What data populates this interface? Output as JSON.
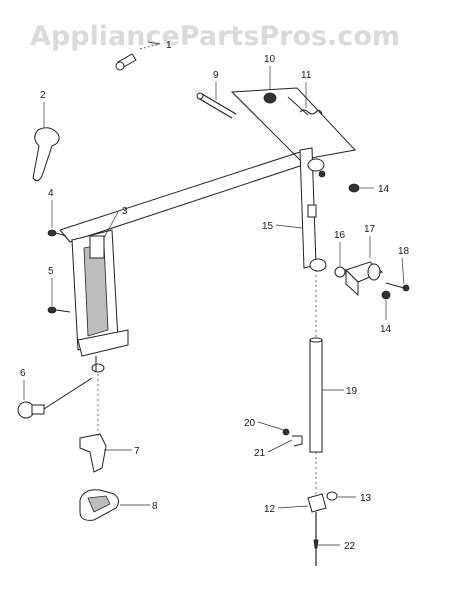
{
  "watermark": "AppliancePartsPros.com",
  "callouts": [
    {
      "id": "c1",
      "label": "1"
    },
    {
      "id": "c2",
      "label": "2"
    },
    {
      "id": "c3",
      "label": "3"
    },
    {
      "id": "c4",
      "label": "4"
    },
    {
      "id": "c5",
      "label": "5"
    },
    {
      "id": "c6",
      "label": "6"
    },
    {
      "id": "c7",
      "label": "7"
    },
    {
      "id": "c8",
      "label": "8"
    },
    {
      "id": "c9",
      "label": "9"
    },
    {
      "id": "c10",
      "label": "10"
    },
    {
      "id": "c11",
      "label": "11"
    },
    {
      "id": "c12",
      "label": "12"
    },
    {
      "id": "c13",
      "label": "13"
    },
    {
      "id": "c14a",
      "label": "14"
    },
    {
      "id": "c14b",
      "label": "14"
    },
    {
      "id": "c15",
      "label": "15"
    },
    {
      "id": "c16",
      "label": "16"
    },
    {
      "id": "c17",
      "label": "17"
    },
    {
      "id": "c18",
      "label": "18"
    },
    {
      "id": "c19",
      "label": "19"
    },
    {
      "id": "c20",
      "label": "20"
    },
    {
      "id": "c21",
      "label": "21"
    },
    {
      "id": "c22",
      "label": "22"
    }
  ]
}
